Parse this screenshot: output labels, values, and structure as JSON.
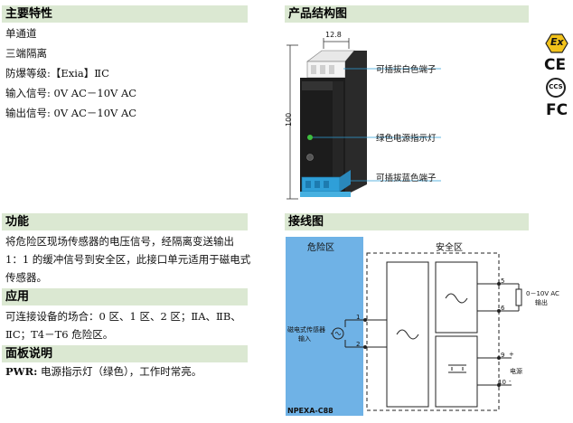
{
  "sections": {
    "features": {
      "title": "主要特性",
      "lines": [
        "单通道",
        "三端隔离",
        "防爆等级:【Exia】ⅡC",
        "输入信号: 0V AC－10V AC",
        "输出信号: 0V AC－10V AC"
      ]
    },
    "function": {
      "title": "功能",
      "text": "将危险区现场传感器的电压信号，经隔离变送输出 1：1 的缓冲信号到安全区，此接口单元适用于磁电式传感器。"
    },
    "application": {
      "title": "应用",
      "text": "可连接设备的场合：0 区、1 区、2 区；ⅡA、ⅡB、ⅡC；T4－T6 危险区。"
    },
    "panel": {
      "title": "面板说明",
      "label": "PWR:",
      "text": "电源指示灯（绿色），工作时常亮。"
    },
    "structure": {
      "title": "产品结构图",
      "dim_width": "12.8",
      "dim_height": "100",
      "callouts": [
        "可插拔白色端子",
        "绿色电源指示灯",
        "可插拔蓝色端子"
      ]
    },
    "wiring": {
      "title": "接线图",
      "hazard_label": "危险区",
      "safe_label": "安全区",
      "sensor_label_1": "磁电式传感器",
      "sensor_label_2": "输入",
      "model": "NPEXA-C88",
      "in_terminals": [
        "1",
        "2"
      ],
      "out_terminals": [
        "5",
        "6",
        "9",
        "10"
      ],
      "plus": "+",
      "minus": "-",
      "output_label_1": "0－10V AC",
      "output_label_2": "输出",
      "power_label": "电源"
    }
  },
  "certifications": [
    "Ex",
    "CE",
    "CCS",
    "FC"
  ],
  "colors": {
    "header_bg": "#dbe8d2",
    "hazard_blue": "#6fb2e6",
    "terminal_blue": "#2f9fd8",
    "led_green": "#3fbf3f"
  }
}
